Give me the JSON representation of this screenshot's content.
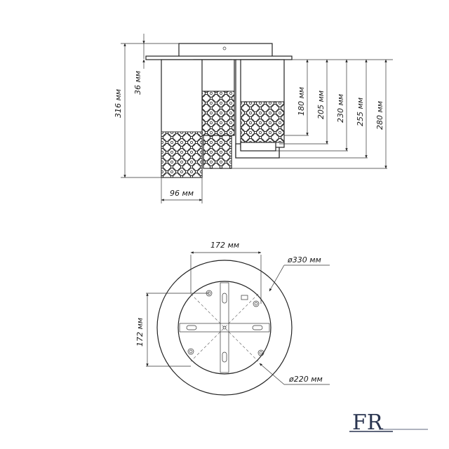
{
  "side_view": {
    "dims": {
      "total_height": "316 мм",
      "canopy": "36 мм",
      "shade_width": "96 мм",
      "h180": "180 мм",
      "h205": "205 мм",
      "h230": "230 мм",
      "h255": "255 мм",
      "h280": "280 мм"
    }
  },
  "top_view": {
    "dims": {
      "mount_width": "172 мм",
      "mount_height": "172 мм",
      "outer_diameter": "ø330 мм",
      "inner_diameter": "ø220 мм"
    }
  },
  "logo": {
    "text": "FR",
    "color": "#2a3550"
  }
}
